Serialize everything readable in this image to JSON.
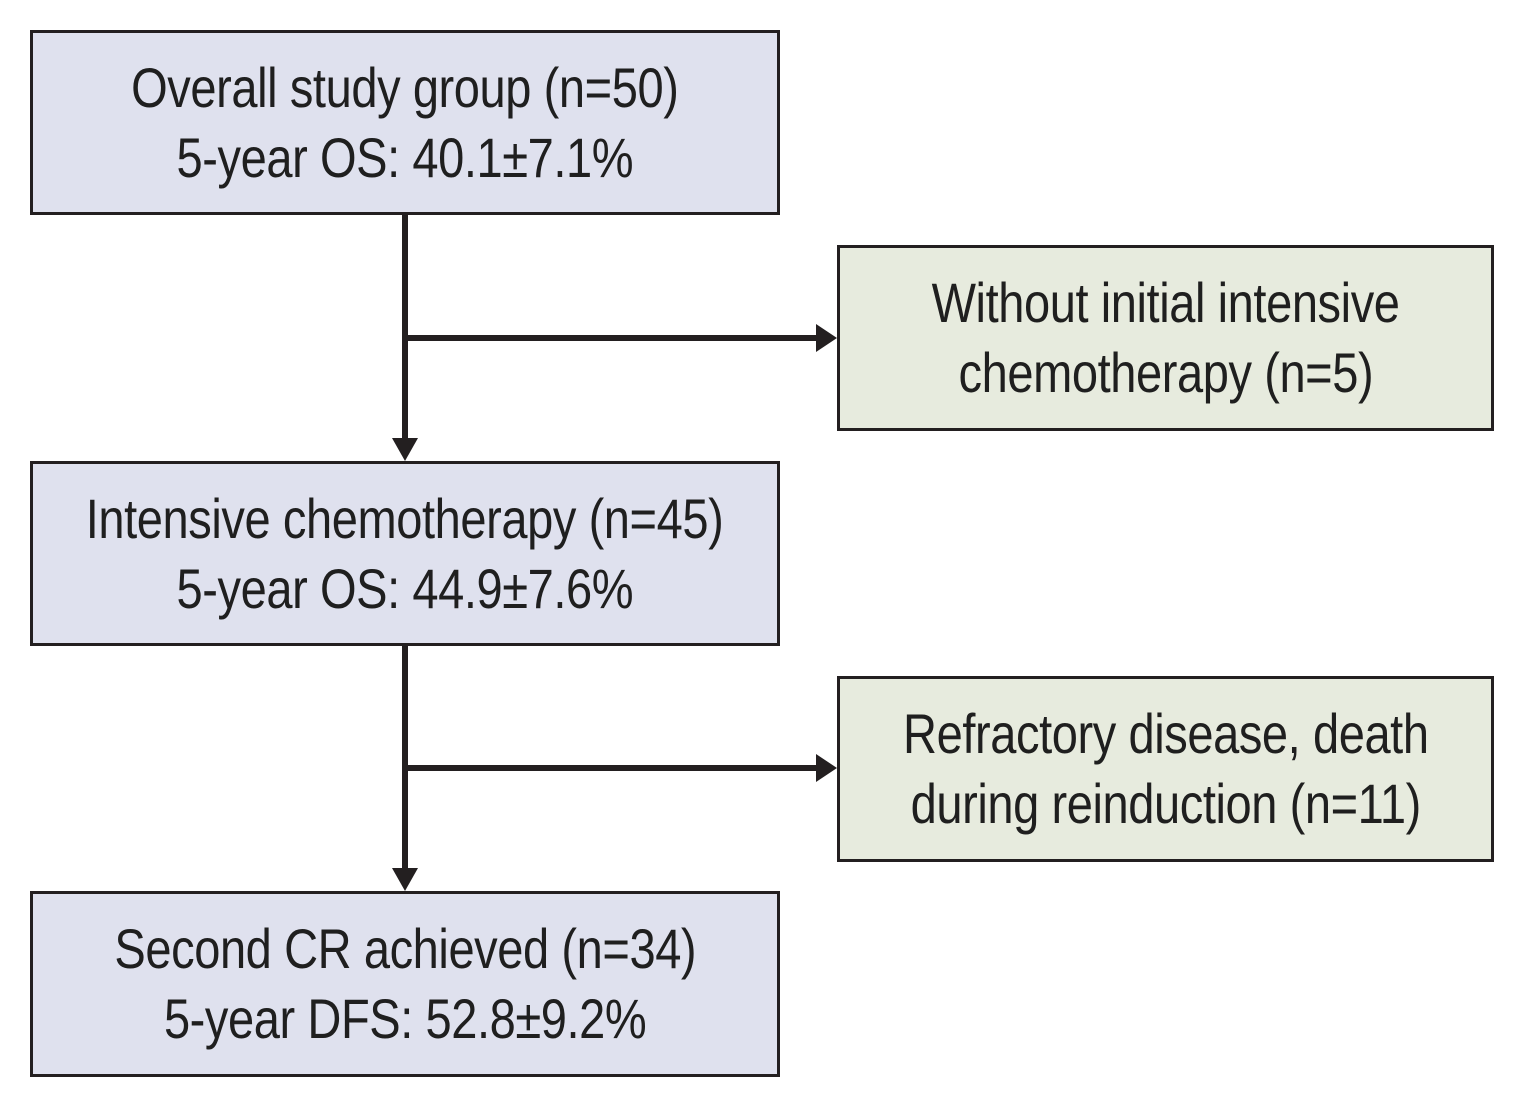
{
  "boxes": {
    "overall": {
      "line1": "Overall study group (n=50)",
      "line2": "5-year OS: 40.1±7.1%"
    },
    "without_intensive": {
      "line1": "Without initial intensive",
      "line2": "chemotherapy (n=5)"
    },
    "intensive": {
      "line1": "Intensive chemotherapy (n=45)",
      "line2": "5-year OS: 44.9±7.6%"
    },
    "refractory": {
      "line1": "Refractory disease, death",
      "line2": "during reinduction (n=11)"
    },
    "second_cr": {
      "line1": "Second CR achieved (n=34)",
      "line2": "5-year DFS: 52.8±9.2%"
    }
  },
  "colors": {
    "main_box_fill": "#dfe1ee",
    "side_box_fill": "#e7ebde",
    "stroke": "#231f20"
  }
}
